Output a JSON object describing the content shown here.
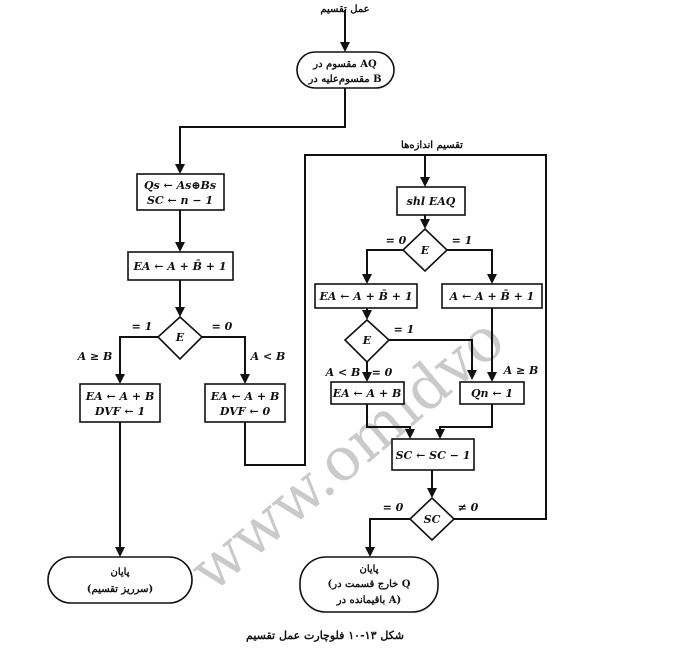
{
  "entry_label": "عمل تقسیم",
  "start_box": {
    "line1": "مقسوم در AQ",
    "line2": "مقسوم‌علیه در B"
  },
  "left_branch": {
    "init": {
      "line1": "Qs ← As⊕Bs",
      "line2": "SC ← n − 1"
    },
    "subtract": "EA ← A + B̄ + 1",
    "decision": "E",
    "edge_eq1": "= 1",
    "edge_eq0": "= 0",
    "edge_gt": "A ≥ B",
    "edge_lt": "A < B",
    "overflow_box": {
      "line1": "EA ← A + B",
      "line2": "DVF ← 1"
    },
    "no_overflow_box": {
      "line1": "EA ← A + B",
      "line2": "DVF ← 0"
    },
    "end_box": {
      "line1": "پایان",
      "line2": "(سرریز تقسیم)"
    }
  },
  "right_branch": {
    "loop_label": "تقسیم اندازه‌ها",
    "shift": "shl EAQ",
    "decision1": "E",
    "d1_eq0": "= 0",
    "d1_eq1": "= 1",
    "left_sub": "EA ← A + B̄ + 1",
    "right_sub": "A ← A + B̄ + 1",
    "decision2": "E",
    "d2_eq1": "= 1",
    "d2_eq0": "= 0",
    "d2_lt": "A < B",
    "d2_ge": "A ≥ B",
    "restore": "EA ← A + B",
    "set_q": "Qn ← 1",
    "decrement": "SC ← SC − 1",
    "decision3": "SC",
    "d3_eq0": "= 0",
    "d3_ne0": "≠ 0",
    "end_box": {
      "line1": "پایان",
      "line2": "(خارج قسمت در Q",
      "line3": "باقیمانده در A)"
    }
  },
  "caption": "شکل ۱۳-۱۰ فلوچارت عمل تقسیم",
  "watermark": "www.omidvo"
}
